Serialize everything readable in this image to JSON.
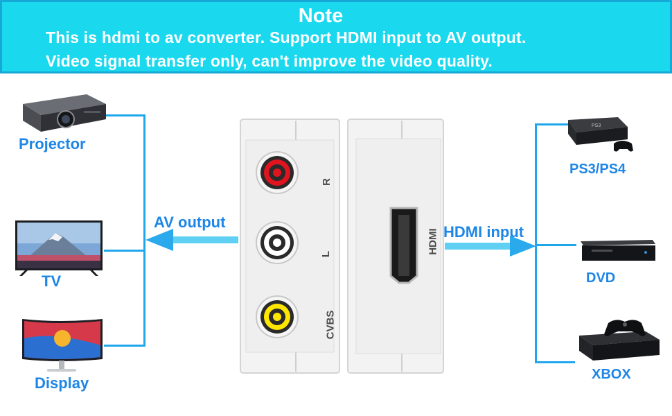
{
  "note": {
    "title": "Note",
    "line1": "This is hdmi to av converter. Support HDMI input to AV output.",
    "line2": "Video signal transfer only, can't improve the video quality."
  },
  "left_devices": [
    "Projector",
    "TV",
    "Display"
  ],
  "right_devices": [
    "PS3/PS4",
    "DVD",
    "XBOX"
  ],
  "arrows": {
    "left": "AV output",
    "right": "HDMI input"
  },
  "av_ports": {
    "top": "R",
    "middle": "L",
    "bottom": "CVBS"
  },
  "hdmi_port": "HDMI",
  "colors": {
    "banner": "#1ad8ee",
    "label": "#1e86e6",
    "wire": "#1ea7ec",
    "rca_red": "#e0141e",
    "rca_white": "#ffffff",
    "rca_yellow": "#ffe600"
  }
}
